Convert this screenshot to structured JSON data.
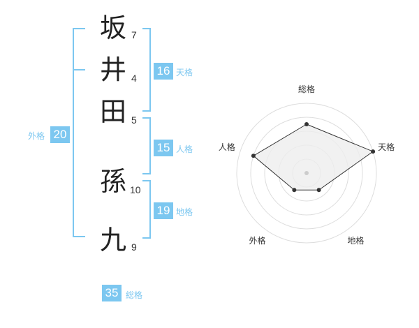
{
  "name": {
    "characters": [
      {
        "char": "坂",
        "strokes": "7"
      },
      {
        "char": "井",
        "strokes": "4"
      },
      {
        "char": "田",
        "strokes": "5"
      },
      {
        "char": "孫",
        "strokes": "10"
      },
      {
        "char": "九",
        "strokes": "9"
      }
    ]
  },
  "kakusu": {
    "tenkaku": {
      "value": "16",
      "label": "天格"
    },
    "jinkaku": {
      "value": "15",
      "label": "人格"
    },
    "chikaku": {
      "value": "19",
      "label": "地格"
    },
    "gaikaku": {
      "value": "20",
      "label": "外格"
    },
    "soukaku": {
      "value": "35",
      "label": "総格"
    }
  },
  "colors": {
    "accent": "#7cc7f0",
    "text": "#222222",
    "radar_fill": "#eeeeee",
    "radar_line": "#333333",
    "ring": "#dddddd"
  },
  "chart_data": {
    "type": "radar",
    "axes": [
      "総格",
      "天格",
      "地格",
      "外格",
      "人格"
    ],
    "max": 5,
    "values": [
      3.5,
      5,
      1.5,
      1.5,
      4
    ]
  }
}
